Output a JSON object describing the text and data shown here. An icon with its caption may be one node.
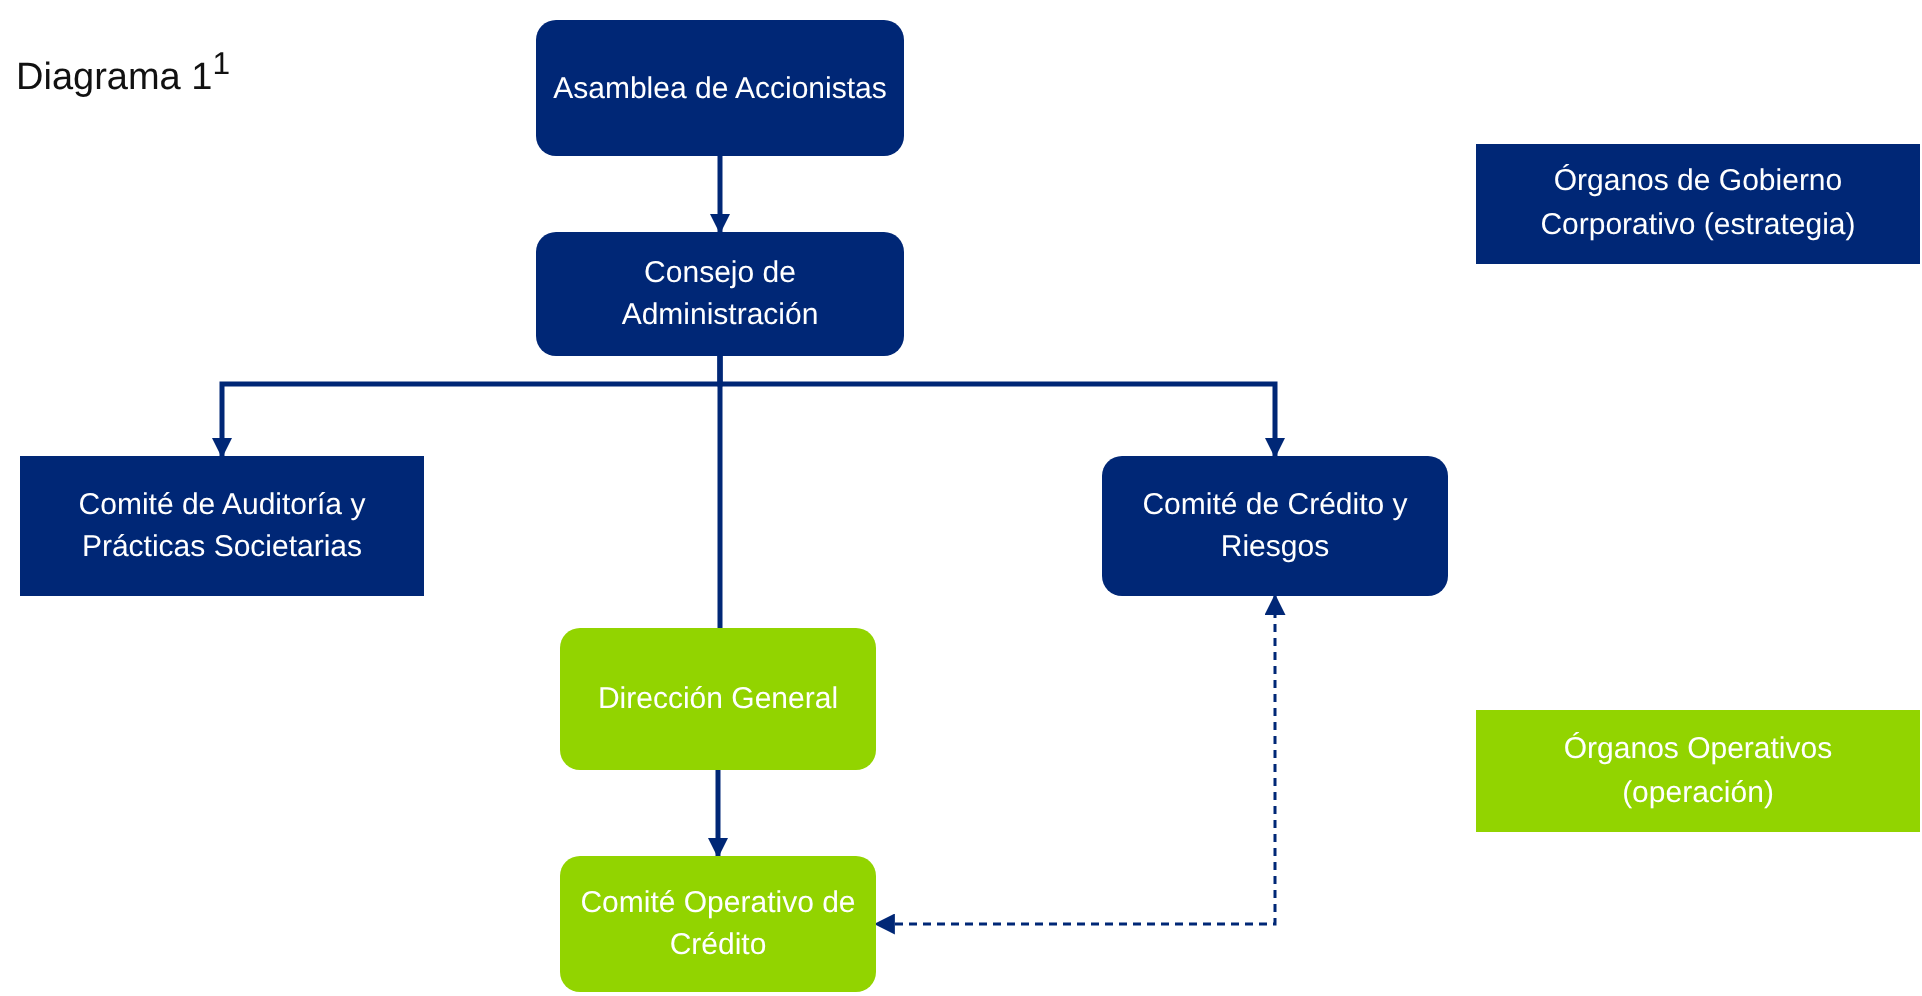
{
  "diagram": {
    "title": "Diagrama 1$^{1}$",
    "nodes": [
      {
        "text": [
          "Asamblea de Accionistas"
        ]
      },
      {
        "text": [
          "Consejo de Administración"
        ]
      },
      {
        "text": [
          "Comité de Auditoría y Prácticas Societarias"
        ]
      },
      {
        "text": [
          "Comité de Crédito y Riesgos"
        ]
      },
      {
        "text": [
          "Dirección General"
        ]
      },
      {
        "text": [
          "Comité Operativo de Crédito"
        ]
      }
    ],
    "edges": [
      {
        "from": 0,
        "to": 1,
        "arrow": "to"
      },
      {
        "from": 1,
        "to": 2,
        "arrow": "to"
      },
      {
        "from": 1,
        "to": 3,
        "arrow": "to"
      },
      {
        "from": 1,
        "to": 4,
        "arrow": "none"
      },
      {
        "from": 4,
        "to": 5,
        "arrow": "to"
      },
      {
        "from": 3,
        "to": 5,
        "arrow": "both",
        "style": "dashed"
      }
    ],
    "legend": [
      {
        "text": "Órganos de Gobierno Corporativo (estrategia)",
        "color": "#002776"
      },
      {
        "text": "Órganos Operativos (operación)",
        "color": "#92d400"
      }
    ]
  }
}
